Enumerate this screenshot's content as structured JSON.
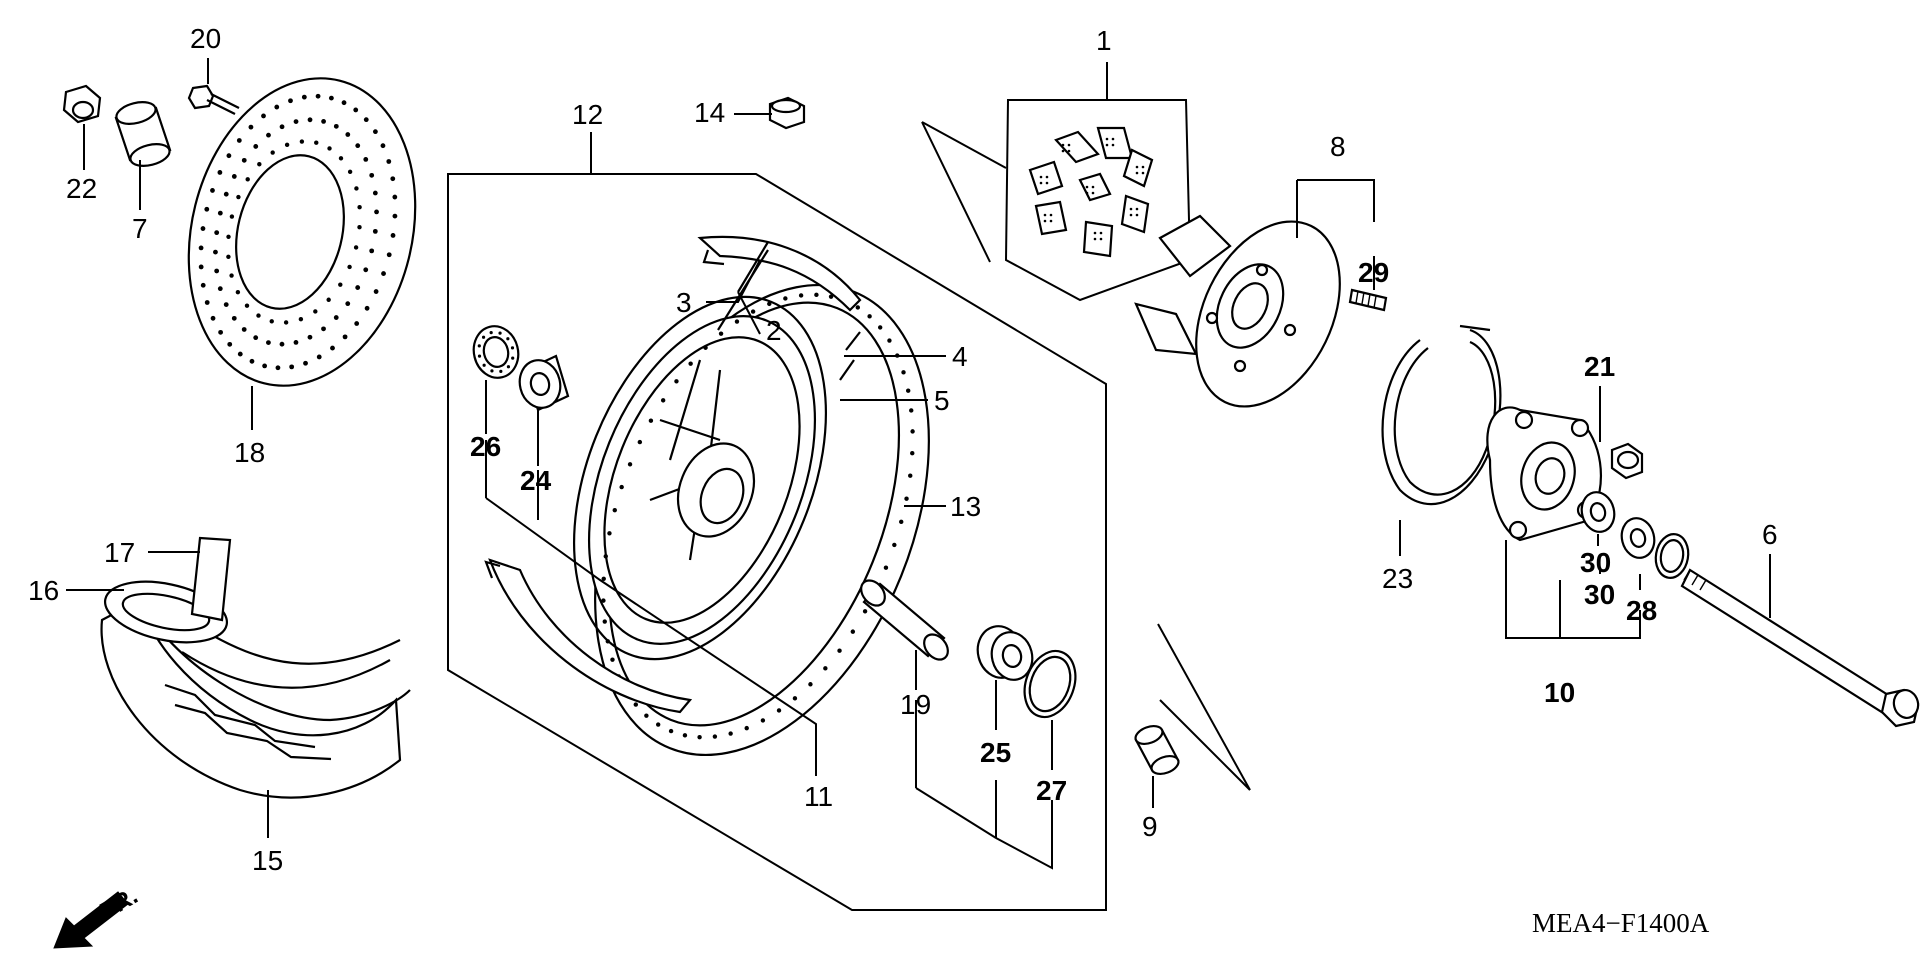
{
  "diagram": {
    "code": "MEA4−F1400A",
    "front_marker": "FR.",
    "callouts": {
      "c1": "1",
      "c2": "2",
      "c3": "3",
      "c4": "4",
      "c5": "5",
      "c6": "6",
      "c7": "7",
      "c8": "8",
      "c9": "9",
      "c10": "10",
      "c11": "11",
      "c12": "12",
      "c13": "13",
      "c14": "14",
      "c15": "15",
      "c16": "16",
      "c17": "17",
      "c18": "18",
      "c19": "19",
      "c20": "20",
      "c21": "21",
      "c22": "22",
      "c23": "23",
      "c24": "24",
      "c25": "25",
      "c26": "26",
      "c27": "27",
      "c28": "28",
      "c29": "29",
      "c30a": "30",
      "c30b": "30"
    }
  }
}
